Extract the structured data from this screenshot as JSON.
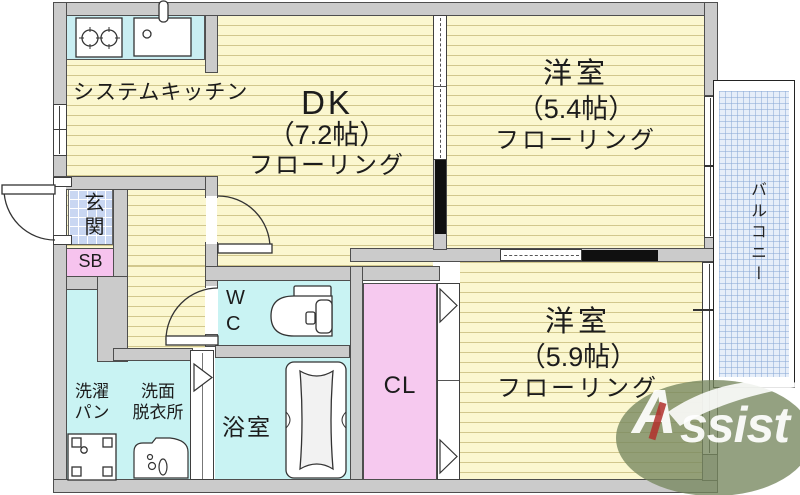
{
  "rooms": {
    "dk": {
      "name": "DK",
      "size": "（7.2帖）",
      "flooring": "フローリング"
    },
    "bedroom_upper": {
      "name": "洋室",
      "size": "（5.4帖）",
      "flooring": "フローリング"
    },
    "bedroom_lower": {
      "name": "洋室",
      "size": "（5.9帖）",
      "flooring": "フローリング"
    },
    "kitchen": {
      "label": "システムキッチン"
    },
    "entrance": {
      "label": "玄関"
    },
    "shoe_box": {
      "label": "SB"
    },
    "toilet": {
      "line1": "W",
      "line2": "C"
    },
    "closet": {
      "label": "CL"
    },
    "laundry_pan": {
      "line1": "洗濯",
      "line2": "パン"
    },
    "washroom": {
      "line1": "洗面",
      "line2": "脱衣所"
    },
    "bathroom": {
      "label": "浴室"
    },
    "balcony": {
      "label": "バルコニー"
    }
  },
  "watermark": {
    "letter": "A",
    "rest": "ssist"
  },
  "colors": {
    "wall": "#cbcbcb",
    "floor": "#fbf7d0",
    "wet_area": "#c9f3f3",
    "closet": "#f6c9ef",
    "entrance_tile": "#c9d7f2",
    "balcony": "#e6eef9",
    "logo_green": "#76865e"
  }
}
